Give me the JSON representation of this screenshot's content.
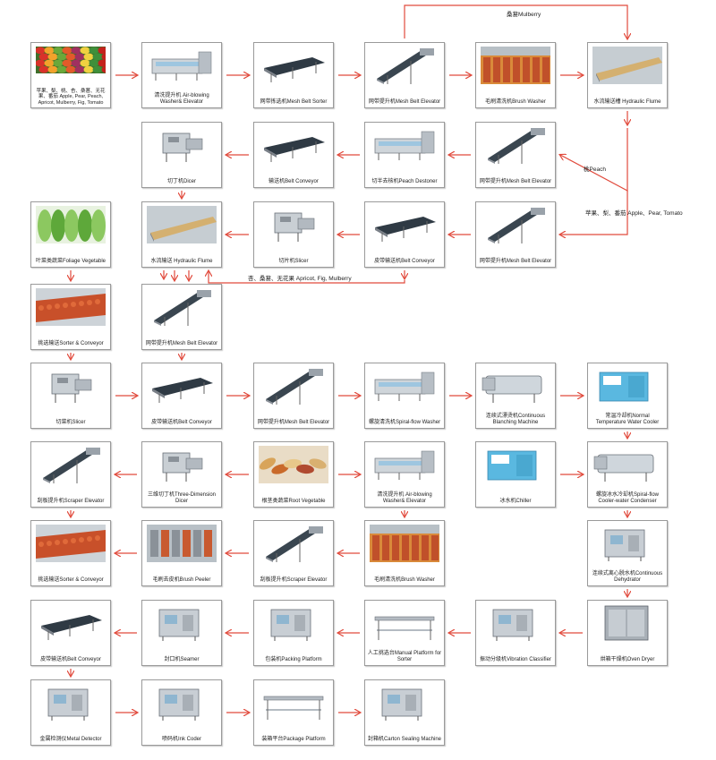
{
  "nodes": [
    {
      "id": "fruits-input",
      "label": "苹果、梨、桃、杏、桑葚、无花果、番茄 Apple, Pear, Peach, Apricot, Mulberry, Fig, Tomato",
      "icon": "fruit-pile"
    },
    {
      "id": "washer-elevator-1",
      "label": "清洗提升机 Air-blowing Washer& Elevator",
      "icon": "washer"
    },
    {
      "id": "mesh-belt-sorter",
      "label": "网带拣选机Mesh Belt Sorter",
      "icon": "belt"
    },
    {
      "id": "mesh-elevator-1",
      "label": "网带提升机Mesh Belt Elevator",
      "icon": "elevator"
    },
    {
      "id": "brush-washer-1",
      "label": "毛刷清洗机Brush Washer",
      "icon": "brush"
    },
    {
      "id": "hydraulic-flume-1",
      "label": "水流输送槽 Hydraulic Flume",
      "icon": "flume"
    },
    {
      "id": "dicer",
      "label": "切丁机Dicer",
      "icon": "dicer"
    },
    {
      "id": "belt-conveyor-1",
      "label": "输送机Belt Conveyor",
      "icon": "belt"
    },
    {
      "id": "peach-destoner",
      "label": "切半去核机Peach Destoner",
      "icon": "washer"
    },
    {
      "id": "mesh-elevator-2",
      "label": "网带提升机Mesh Belt Elevator",
      "icon": "elevator"
    },
    {
      "id": "foliage-vegetable",
      "label": "叶菜类蔬菜Foliage Vegetable",
      "icon": "leaf"
    },
    {
      "id": "hydraulic-flume-2",
      "label": "水流输送 Hydraulic Flume",
      "icon": "flume"
    },
    {
      "id": "slicer-1",
      "label": "切片机Slicer",
      "icon": "dicer"
    },
    {
      "id": "belt-conveyor-2",
      "label": "皮带输送机Belt Conveyor",
      "icon": "belt"
    },
    {
      "id": "mesh-elevator-3",
      "label": "网带提升机Mesh Belt Elevator",
      "icon": "elevator"
    },
    {
      "id": "sorter-conveyor-1",
      "label": "挑选输送Sorter & Conveyor",
      "icon": "sorter"
    },
    {
      "id": "mesh-elevator-4",
      "label": "网带提升机Mesh Belt Elevator",
      "icon": "elevator"
    },
    {
      "id": "slicer-2",
      "label": "切菜机Slicer",
      "icon": "dicer"
    },
    {
      "id": "belt-conveyor-3",
      "label": "皮带输送机Belt Conveyor",
      "icon": "belt"
    },
    {
      "id": "mesh-elevator-5",
      "label": "网带提升机Mesh Belt Elevator",
      "icon": "elevator"
    },
    {
      "id": "spiral-washer",
      "label": "螺旋清洗机Spiral-flow Washer",
      "icon": "washer"
    },
    {
      "id": "blanching",
      "label": "连续式漂烫机Continuous Blanching Machine",
      "icon": "blancher"
    },
    {
      "id": "water-cooler",
      "label": "常温冷却机Normal Temperature Water Cooler",
      "icon": "cooler"
    },
    {
      "id": "scraper-elevator-1",
      "label": "刮板提升机Scraper Elevator",
      "icon": "elevator"
    },
    {
      "id": "three-dim-dicer",
      "label": "三维切丁机Three-Dimension Dicer",
      "icon": "dicer"
    },
    {
      "id": "root-vegetable",
      "label": "根茎类蔬菜Root Vegetable",
      "icon": "root"
    },
    {
      "id": "washer-elevator-2",
      "label": "清洗提升机 Air-blowing Washer& Elevator",
      "icon": "washer"
    },
    {
      "id": "chiller",
      "label": "冰水机Chiller",
      "icon": "cooler"
    },
    {
      "id": "spiral-condenser",
      "label": "螺旋冰水冷却机Spiral-flow Cooler-water Condenser",
      "icon": "blancher"
    },
    {
      "id": "sorter-conveyor-2",
      "label": "挑选输送Sorter & Conveyor",
      "icon": "sorter"
    },
    {
      "id": "brush-peeler",
      "label": "毛刷去皮机Brush Peeler",
      "icon": "peeler"
    },
    {
      "id": "scraper-elevator-2",
      "label": "刮板提升机Scraper Elevator",
      "icon": "elevator"
    },
    {
      "id": "brush-washer-2",
      "label": "毛刷清洗机Brush Washer",
      "icon": "brush"
    },
    {
      "id": "dehydrator",
      "label": "连续式离心脱水机Continuous Dehydrator",
      "icon": "machine"
    },
    {
      "id": "belt-conveyor-4",
      "label": "皮带输送机Belt Conveyor",
      "icon": "belt"
    },
    {
      "id": "seamer",
      "label": "封口机Seamer",
      "icon": "machine"
    },
    {
      "id": "packing-platform",
      "label": "包装机Packing Platform",
      "icon": "machine"
    },
    {
      "id": "manual-sorter-platform",
      "label": "人工挑选台Manual Platform for Sorter",
      "icon": "table"
    },
    {
      "id": "vibration-classifier",
      "label": "振动分级机Vibration Classifier",
      "icon": "machine"
    },
    {
      "id": "oven-dryer",
      "label": "烘箱干燥机Oven Dryer",
      "icon": "oven"
    },
    {
      "id": "metal-detector",
      "label": "金属检测仪Metal Detector",
      "icon": "machine"
    },
    {
      "id": "ink-coder",
      "label": "喷码机Ink Coder",
      "icon": "machine"
    },
    {
      "id": "package-platform",
      "label": "装箱平台Package Platform",
      "icon": "table"
    },
    {
      "id": "carton-sealing",
      "label": "封箱机Carton Sealing Machine",
      "icon": "machine"
    }
  ],
  "branch_labels": {
    "mulberry": "桑葚Mulberry",
    "peach": "桃Peach",
    "apple_pear_tomato": "苹果、梨、番茄 Apple、Pear, Tomato",
    "apricot_fig_mulberry": "杏、桑葚、无花果 Apricot, Fig, Mulberry"
  },
  "colors": {
    "arrow": "#e14a3c",
    "node_border": "#9a9a9a",
    "text": "#222222"
  }
}
